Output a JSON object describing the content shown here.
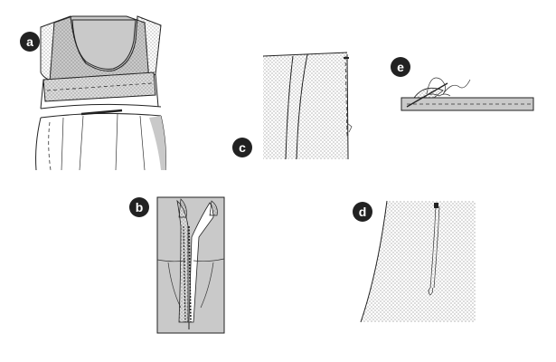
{
  "steps": [
    {
      "id": "a",
      "label": "a"
    },
    {
      "id": "b",
      "label": "b"
    },
    {
      "id": "c",
      "label": "c"
    },
    {
      "id": "d",
      "label": "d"
    },
    {
      "id": "e",
      "label": "e"
    }
  ],
  "colors": {
    "fabric_gray": "#c9c9c9",
    "dot": "#555555",
    "line": "#222222",
    "badge": "#222222"
  }
}
